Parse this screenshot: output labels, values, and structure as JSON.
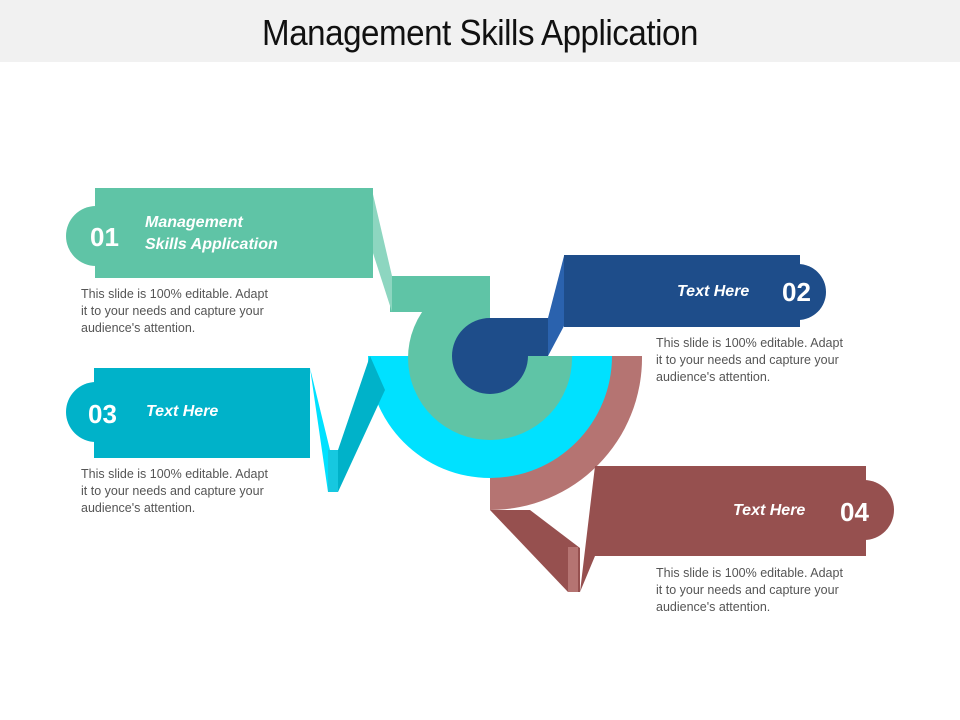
{
  "title": "Management Skills Application",
  "colors": {
    "green": "#5fc4a6",
    "blue": "#1e4d8a",
    "cyan": "#00b2c9",
    "cyan_bright": "#00e1ff",
    "brown": "#96504f",
    "rose": "#b57472"
  },
  "items": [
    {
      "number": "01",
      "label": "Management Skills Application",
      "label_line1": "Management",
      "label_line2": "Skills Application",
      "description_lines": [
        "This slide is 100% editable.  Adapt",
        "it to your needs and capture your",
        "audience's attention."
      ]
    },
    {
      "number": "02",
      "label": "Text Here",
      "description_lines": [
        "This slide is 100% editable.  Adapt",
        "it to your needs and capture your",
        "audience's attention."
      ]
    },
    {
      "number": "03",
      "label": "Text Here",
      "description_lines": [
        "This slide is 100% editable.  Adapt",
        "it to your needs and capture your",
        "audience's attention."
      ]
    },
    {
      "number": "04",
      "label": "Text Here",
      "description_lines": [
        "This slide is 100% editable.  Adapt",
        "it to your needs and capture your",
        "audience's attention."
      ]
    }
  ]
}
